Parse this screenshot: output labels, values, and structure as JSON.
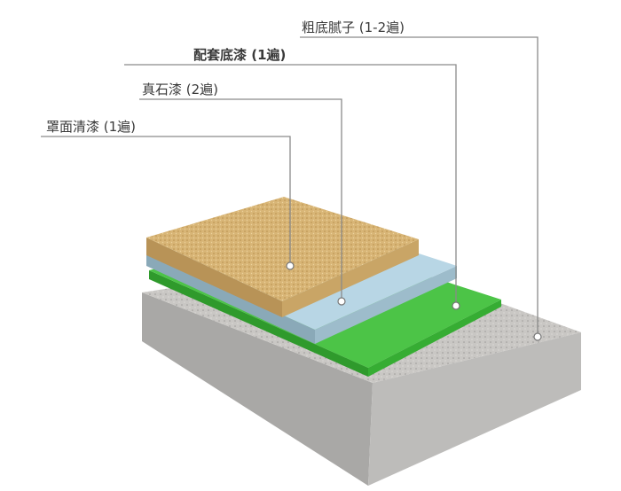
{
  "labels": [
    {
      "text": "粗底腻子 (1-2遍)",
      "layer": "putty"
    },
    {
      "text": "配套底漆 (1遍)",
      "layer": "primer"
    },
    {
      "text": "真石漆 (2遍)",
      "layer": "stone-paint"
    },
    {
      "text": "罩面清漆 (1遍)",
      "layer": "clear-topcoat"
    }
  ],
  "colors": {
    "concrete": "#b9b9b9",
    "green": "#3cb53a",
    "blue": "#b3d3e3",
    "tan": "#d9b678",
    "line": "#8a8a8a"
  }
}
